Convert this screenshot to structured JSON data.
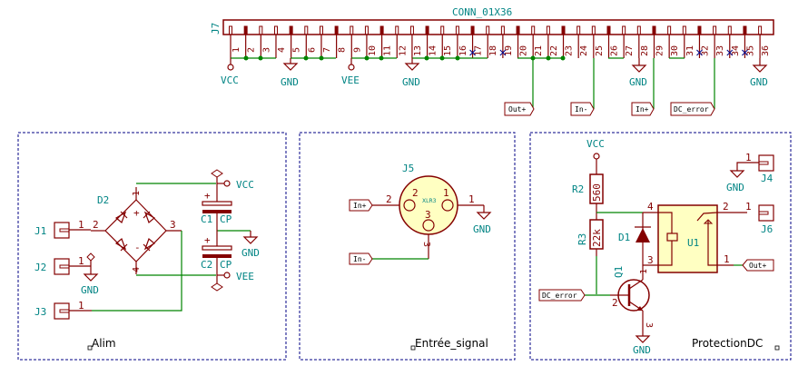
{
  "colors": {
    "wire": "#008400",
    "component": "#840000",
    "reference_text": "#008484",
    "sheet_frame": "#000084",
    "junction": "#008400",
    "component_fill": "#ffffc2"
  },
  "header_connector": {
    "ref": "J7",
    "value": "CONN_01X36",
    "pins": [
      "1",
      "2",
      "3",
      "4",
      "5",
      "6",
      "7",
      "8",
      "9",
      "10",
      "11",
      "12",
      "13",
      "14",
      "15",
      "16",
      "17",
      "18",
      "19",
      "20",
      "21",
      "22",
      "23",
      "24",
      "25",
      "26",
      "27",
      "28",
      "29",
      "30",
      "31",
      "32",
      "33",
      "34",
      "35",
      "36"
    ],
    "no_connect_pins": [
      "17",
      "19",
      "32",
      "34",
      "35"
    ],
    "power_labels": [
      {
        "name": "VCC",
        "pin": "1"
      },
      {
        "name": "GND",
        "pin": "5"
      },
      {
        "name": "VEE",
        "pin": "9"
      },
      {
        "name": "GND",
        "pin": "13"
      },
      {
        "name": "GND",
        "pin": "28"
      },
      {
        "name": "GND",
        "pin": "36"
      }
    ],
    "global_labels": [
      {
        "name": "Out+",
        "pin": "21"
      },
      {
        "name": "In-",
        "pin": "25"
      },
      {
        "name": "In+",
        "pin": "29"
      },
      {
        "name": "DC_error",
        "pin": "33"
      }
    ]
  },
  "sheets": {
    "alim": {
      "name": "Alim",
      "bridge": {
        "ref": "D2",
        "pins": [
          "1",
          "2",
          "3",
          "4"
        ],
        "plus": "+",
        "minus": "-"
      },
      "connectors": [
        {
          "ref": "J1",
          "pin": "1"
        },
        {
          "ref": "J2",
          "pin": "1"
        },
        {
          "ref": "J3",
          "pin": "1"
        }
      ],
      "caps": [
        {
          "ref": "C1",
          "value": "CP",
          "polarity": "+"
        },
        {
          "ref": "C2",
          "value": "CP",
          "polarity": "+"
        }
      ],
      "power": [
        "VCC",
        "GND",
        "VEE",
        "GND"
      ]
    },
    "entree": {
      "name": "Entrée_signal",
      "xlr": {
        "ref": "J5",
        "value": "XLR3",
        "pins": [
          "1",
          "2",
          "3"
        ]
      },
      "labels": [
        "In+",
        "In-"
      ],
      "power": [
        "GND"
      ]
    },
    "protection": {
      "name": "ProtectionDC",
      "r2": {
        "ref": "R2",
        "value": "560"
      },
      "r3": {
        "ref": "R3",
        "value": "22k"
      },
      "d1": {
        "ref": "D1"
      },
      "q1": {
        "ref": "Q1",
        "pins": [
          "1",
          "2",
          "3"
        ]
      },
      "u1": {
        "ref": "U1",
        "pins": [
          "1",
          "2",
          "3",
          "4"
        ]
      },
      "j4": {
        "ref": "J4",
        "pin": "1"
      },
      "j6": {
        "ref": "J6",
        "pin": "1"
      },
      "labels": [
        "DC_error",
        "Out+"
      ],
      "power": [
        "VCC",
        "GND",
        "GND"
      ]
    }
  }
}
